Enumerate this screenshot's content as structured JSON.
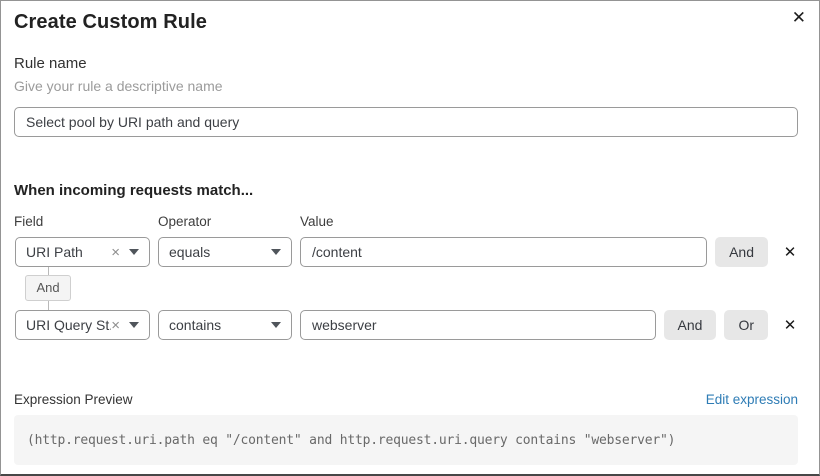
{
  "modal": {
    "title": "Create Custom Rule"
  },
  "icons": {
    "close": "✕",
    "clear": "×",
    "delete_row": "✕"
  },
  "rule_name": {
    "label": "Rule name",
    "helper": "Give your rule a descriptive name",
    "value": "Select pool by URI path and query"
  },
  "match": {
    "heading": "When incoming requests match...",
    "columns": {
      "field": "Field",
      "operator": "Operator",
      "value": "Value"
    },
    "rows": [
      {
        "field": "URI Path",
        "operator": "equals",
        "value": "/content",
        "buttons": [
          "And"
        ]
      },
      {
        "field": "URI Query St...",
        "operator": "contains",
        "value": "webserver",
        "buttons": [
          "And",
          "Or"
        ]
      }
    ],
    "connector": "And"
  },
  "expression": {
    "label": "Expression Preview",
    "edit_link": "Edit expression",
    "code": "(http.request.uri.path eq \"/content\" and http.request.uri.query contains \"webserver\")"
  },
  "colors": {
    "link_blue": "#2e7cb5",
    "button_gray": "#e7e7e7",
    "code_bg": "#f5f5f5",
    "border_gray": "#9a9a9a"
  }
}
